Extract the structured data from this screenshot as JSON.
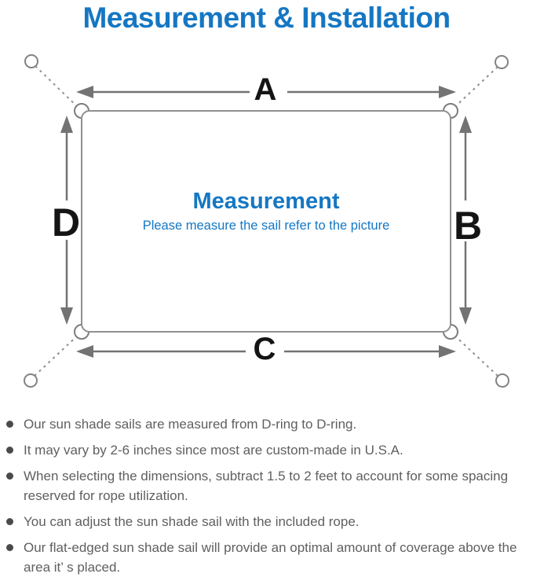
{
  "page": {
    "title": "Measurement & Installation",
    "background": "#ffffff"
  },
  "diagram": {
    "dimension_labels": {
      "top": "A",
      "right": "B",
      "bottom": "C",
      "left": "D"
    },
    "center": {
      "heading": "Measurement",
      "subheading": "Please measure the sail refer to the picture"
    },
    "colors": {
      "accent_blue": "#1577c3",
      "line_gray": "#8f8f8f",
      "arrow_gray": "#737373",
      "label_black": "#141414"
    }
  },
  "notes": {
    "items": [
      "Our sun shade sails are measured from D-ring to D-ring.",
      "It may vary by 2-6 inches since most are custom-made in U.S.A.",
      "When selecting the dimensions, subtract 1.5 to 2 feet to account for some spacing reserved for rope utilization.",
      "You can adjust the sun shade sail with the included rope.",
      "Our flat-edged sun shade sail will provide an optimal amount of coverage above the area it’ s placed."
    ]
  }
}
